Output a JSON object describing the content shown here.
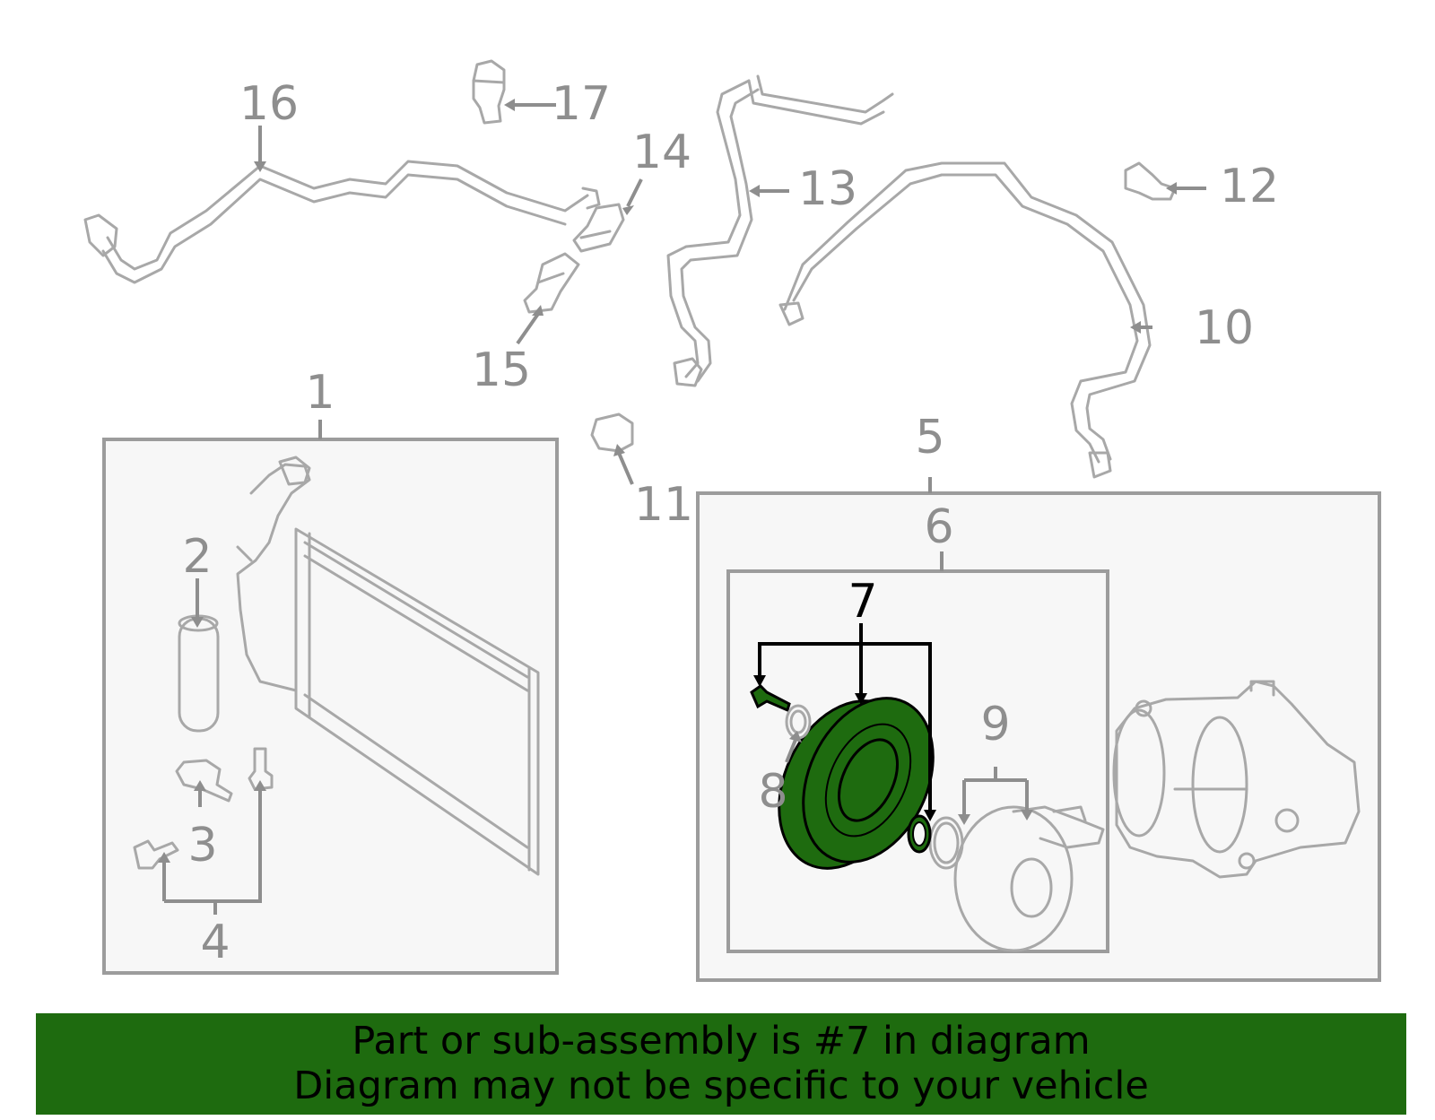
{
  "callouts": {
    "c1": "1",
    "c2": "2",
    "c3": "3",
    "c4": "4",
    "c5": "5",
    "c6": "6",
    "c7": "7",
    "c8": "8",
    "c9": "9",
    "c10": "10",
    "c11": "11",
    "c12": "12",
    "c13": "13",
    "c14": "14",
    "c15": "15",
    "c16": "16",
    "c17": "17"
  },
  "banner": {
    "line1": "Part or sub-assembly is #7 in diagram",
    "line2": "Diagram may not be specific to your vehicle"
  },
  "colors": {
    "highlight": "#1e6b0f",
    "banner_bg": "#1e6b0f",
    "part_line": "#a8a8a8",
    "callout_text": "#8e8e8e"
  }
}
